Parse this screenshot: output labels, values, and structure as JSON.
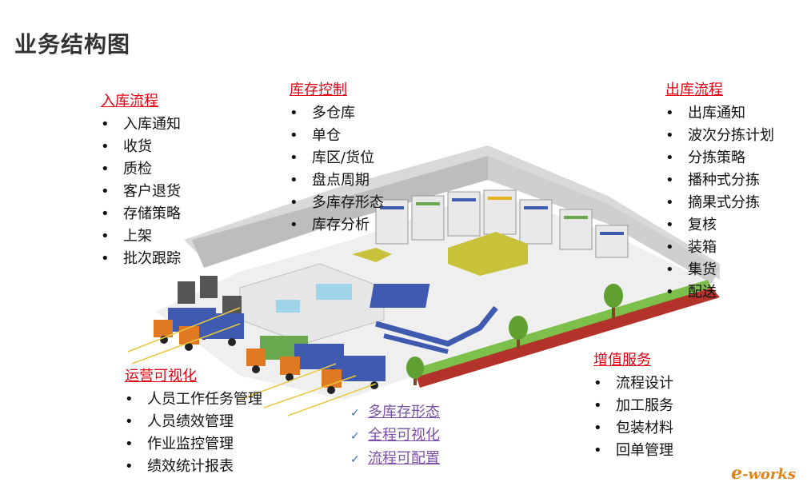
{
  "title": "业务结构图",
  "inbound": {
    "heading": "入库流程",
    "items": [
      "入库通知",
      "收货",
      "质检",
      "客户退货",
      "存储策略",
      "上架",
      "批次跟踪"
    ]
  },
  "inventory": {
    "heading": "库存控制",
    "items": [
      "多仓库",
      "单仓",
      "库区/货位",
      "盘点周期",
      "多库存形态",
      "库存分析"
    ]
  },
  "outbound": {
    "heading": "出库流程",
    "items": [
      "出库通知",
      "波次分拣计划",
      "分拣策略",
      "播种式分拣",
      "摘果式分拣",
      "复核",
      "装箱",
      "集货",
      "配送"
    ]
  },
  "operations": {
    "heading": "运营可视化",
    "items": [
      "人员工作任务管理",
      "人员绩效管理",
      "作业监控管理",
      "绩效统计报表"
    ]
  },
  "value_added": {
    "heading": "增值服务",
    "items": [
      "流程设计",
      "加工服务",
      "包装材料",
      "回单管理"
    ]
  },
  "features": {
    "items": [
      "多库存形态",
      "全程可视化",
      "流程可配置"
    ]
  },
  "logo": {
    "prefix": "e",
    "text": "-works"
  },
  "colors": {
    "accent_red": "#e60012",
    "feature_purple": "#7a50a8",
    "truck_blue": "#3f5bb0",
    "truck_orange": "#e07a22",
    "wall_gray": "#c8c8c8",
    "grass_red": "#b3322a",
    "tree_green": "#5fa030"
  }
}
